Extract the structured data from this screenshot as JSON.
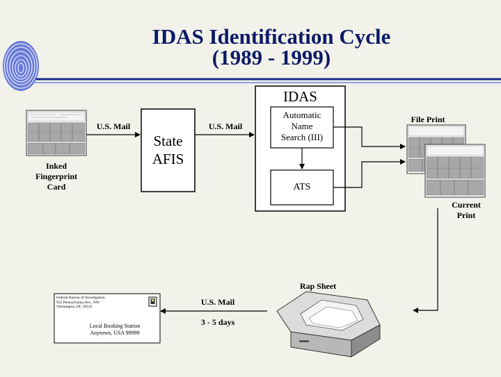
{
  "title": {
    "line1": "IDAS Identification Cycle",
    "line2": "(1989 - 1999)"
  },
  "inked_card": {
    "label_lines": [
      "Inked",
      "Fingerprint",
      "Card"
    ]
  },
  "mail_1": "U.S. Mail",
  "state_afis": {
    "line1": "State",
    "line2": "AFIS"
  },
  "mail_2": "U.S. Mail",
  "idas": {
    "title": "IDAS",
    "name_search_lines": [
      "Automatic",
      "Name",
      "Search (III)"
    ],
    "ats": "ATS"
  },
  "file_print": "File Print",
  "current_print": {
    "line1": "Current",
    "line2": "Print"
  },
  "rap_sheet": "Rap Sheet",
  "mail_return": {
    "line1": "U.S. Mail",
    "line2": "3 - 5 days"
  },
  "envelope": {
    "return_address": [
      "Federal Bureau of Investigation",
      "935 Pennsylvania Ave., NW",
      "Washington, DC 20535"
    ],
    "recipient": [
      "Local Booking Station",
      "Anytown, USA 99999"
    ]
  },
  "colors": {
    "background": "#f2f2ea",
    "title": "#0b1a66",
    "rule_dark": "#1a2b8c",
    "rule_light": "#8ea0e0"
  }
}
